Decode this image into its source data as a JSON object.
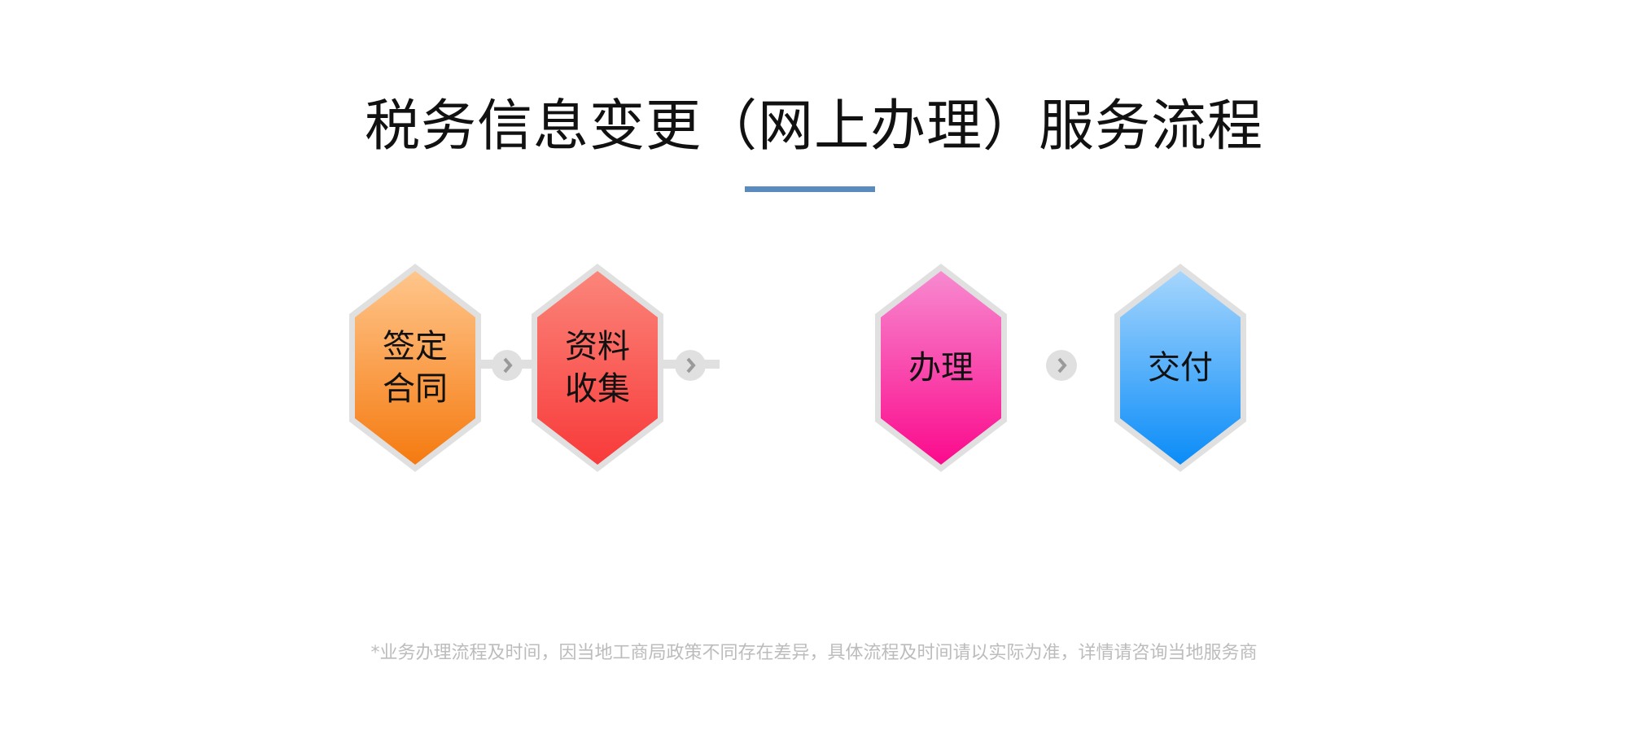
{
  "title": "税务信息变更（网上办理）服务流程",
  "steps": [
    {
      "label": "签定合同",
      "color_top": "#ffc68c",
      "color_bottom": "#f57a10"
    },
    {
      "label": "资料收集",
      "color_top": "#fb857a",
      "color_bottom": "#f83a3a"
    },
    {
      "label": "办理",
      "color_top": "#f78ad0",
      "color_bottom": "#fb0a8c"
    },
    {
      "label": "交付",
      "color_top": "#a6d6fd",
      "color_bottom": "#0a8cf8"
    }
  ],
  "connector_icon": "chevron-right-icon",
  "footnote": "*业务办理流程及时间，因当地工商局政策不同存在差异，具体流程及时间请以实际为准，详情请咨询当地服务商",
  "colors": {
    "accent": "#5a8bbf",
    "border": "#e0e0e0"
  }
}
